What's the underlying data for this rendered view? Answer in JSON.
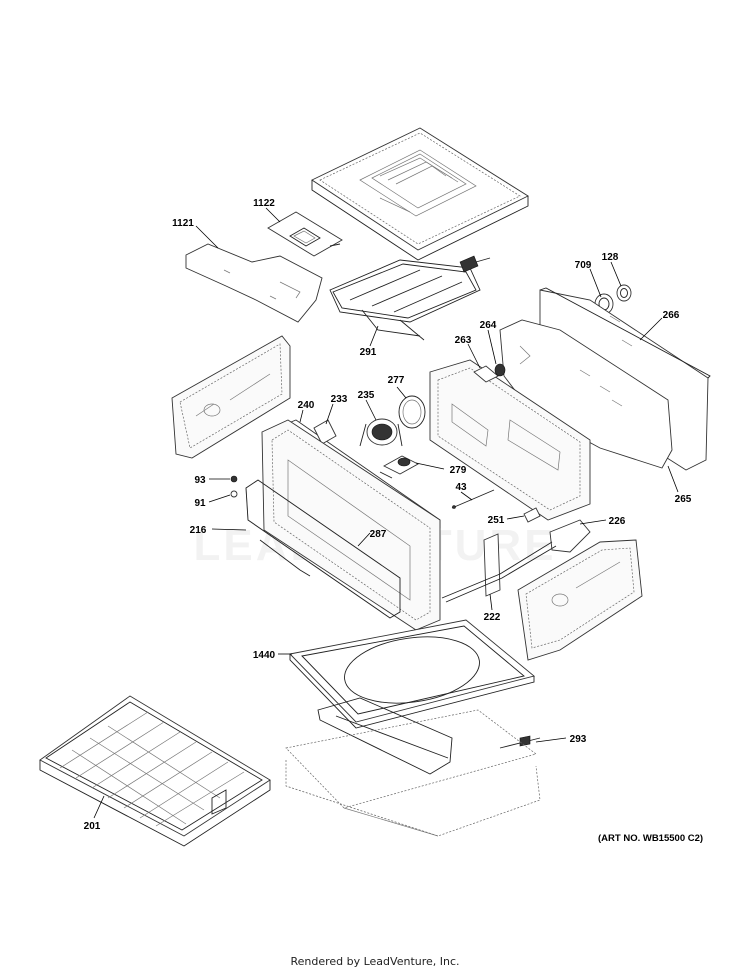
{
  "diagram": {
    "parts": [
      {
        "id": "p1122",
        "label": "1122"
      },
      {
        "id": "p1121",
        "label": "1121"
      },
      {
        "id": "p291",
        "label": "291"
      },
      {
        "id": "p709",
        "label": "709"
      },
      {
        "id": "p128",
        "label": "128"
      },
      {
        "id": "p266",
        "label": "266"
      },
      {
        "id": "p264",
        "label": "264"
      },
      {
        "id": "p263",
        "label": "263"
      },
      {
        "id": "p277",
        "label": "277"
      },
      {
        "id": "p235",
        "label": "235"
      },
      {
        "id": "p233",
        "label": "233"
      },
      {
        "id": "p240",
        "label": "240"
      },
      {
        "id": "p279",
        "label": "279"
      },
      {
        "id": "p93",
        "label": "93"
      },
      {
        "id": "p91",
        "label": "91"
      },
      {
        "id": "p43",
        "label": "43"
      },
      {
        "id": "p265",
        "label": "265"
      },
      {
        "id": "p216",
        "label": "216"
      },
      {
        "id": "p287",
        "label": "287"
      },
      {
        "id": "p251",
        "label": "251"
      },
      {
        "id": "p226",
        "label": "226"
      },
      {
        "id": "p222",
        "label": "222"
      },
      {
        "id": "p1440",
        "label": "1440"
      },
      {
        "id": "p293",
        "label": "293"
      },
      {
        "id": "p201",
        "label": "201"
      }
    ],
    "art_number": "(ART NO. WB15500 C2)",
    "watermark": "LEADVENTURE"
  },
  "footer": {
    "credit": "Rendered by LeadVenture, Inc."
  }
}
